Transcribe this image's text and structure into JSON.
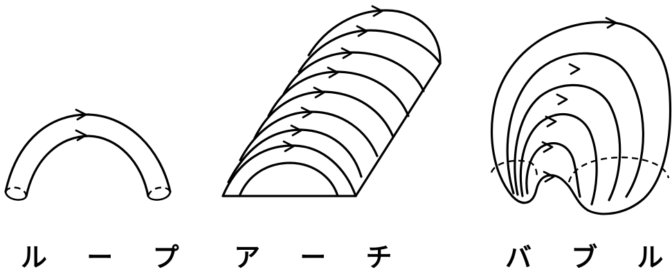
{
  "captions": {
    "loop": "ル ー プ",
    "arch": "ア ー チ",
    "bubble": "バ ブ ル"
  },
  "colors": {
    "ink": "#000000",
    "background": "#ffffff"
  }
}
